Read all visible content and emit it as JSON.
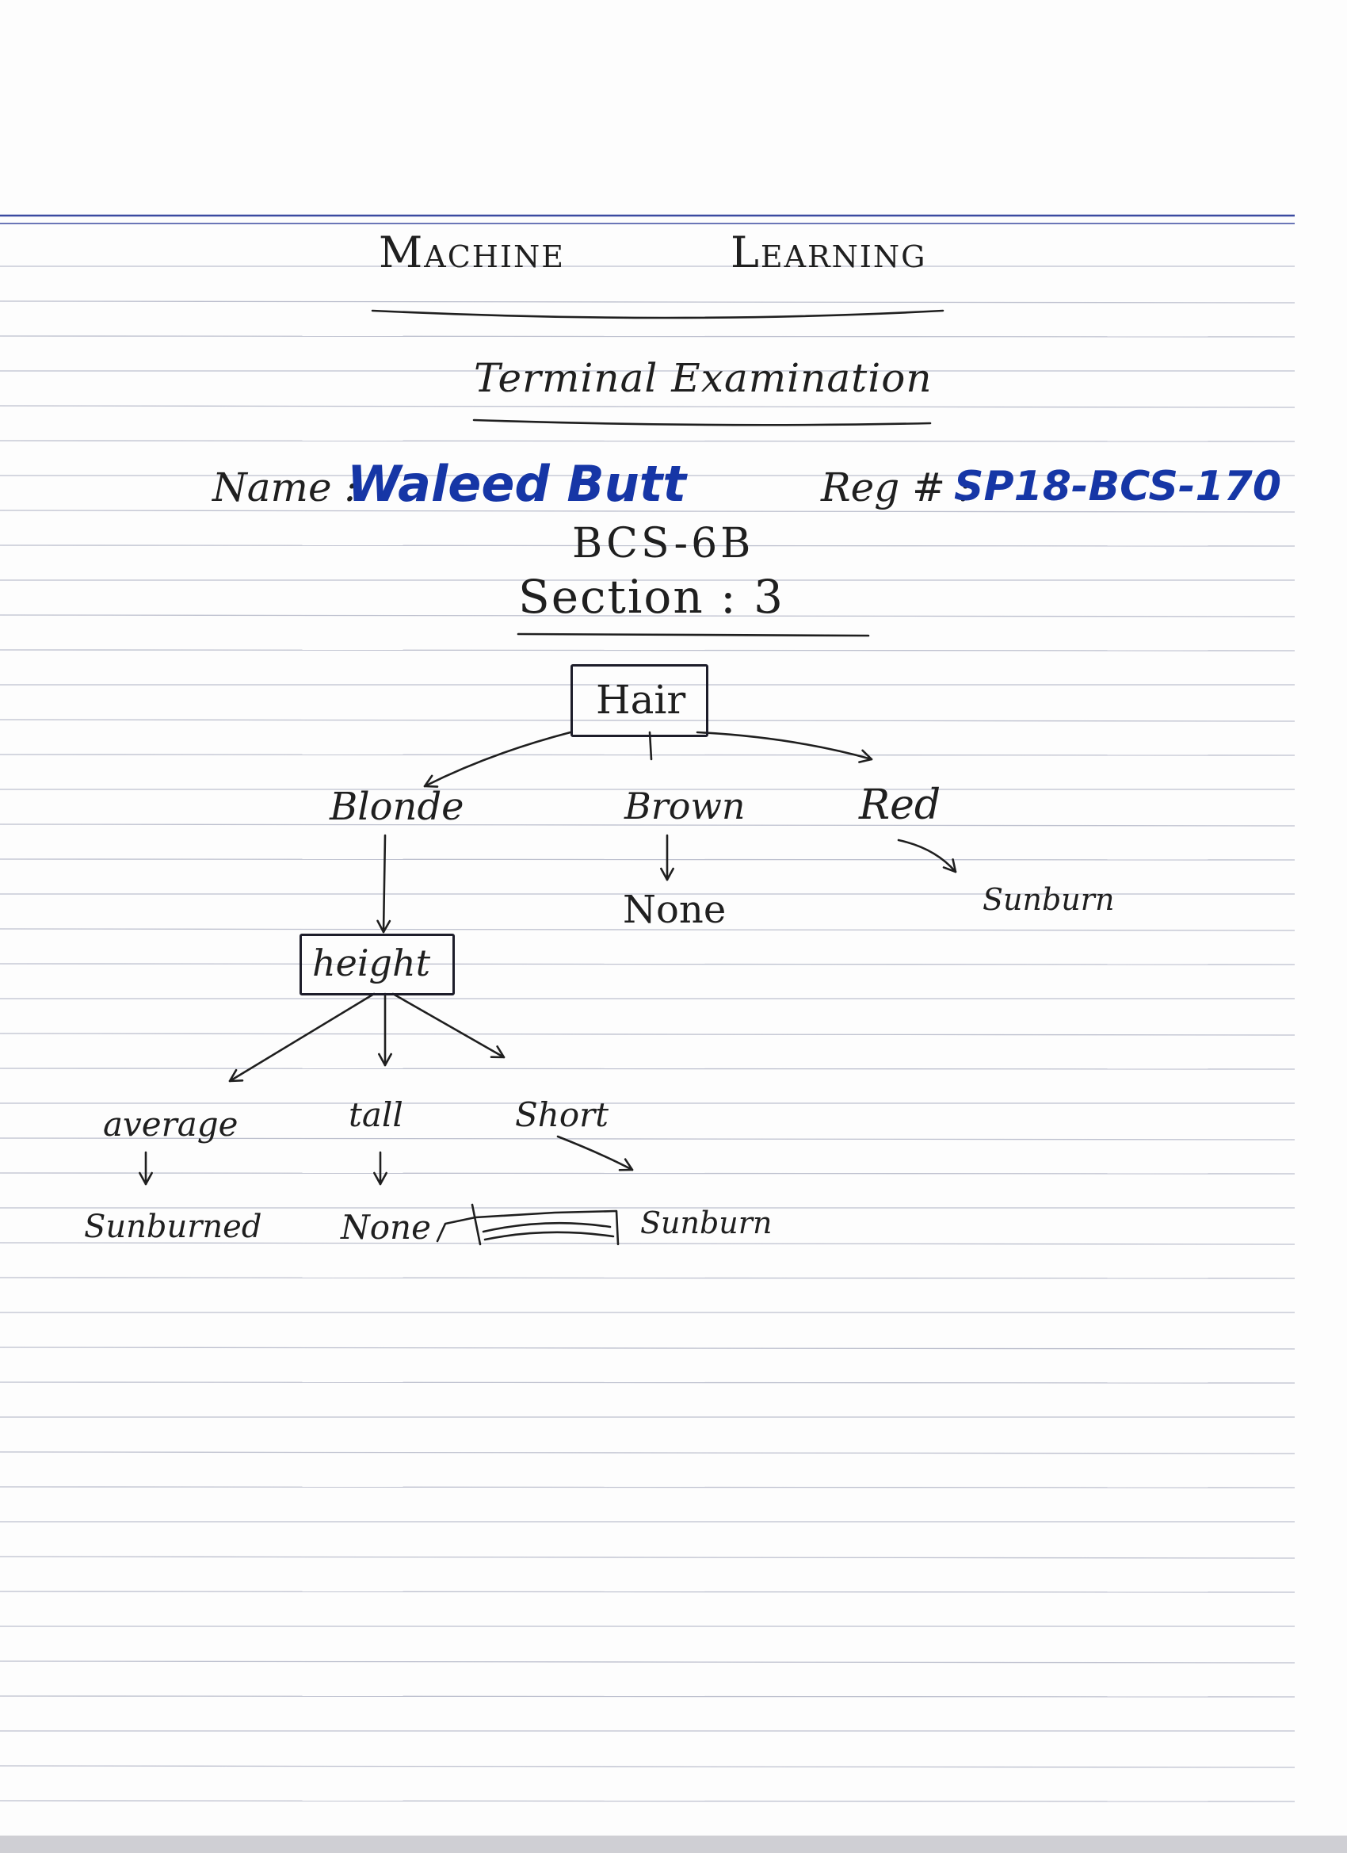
{
  "header": {
    "title_left": "Machine",
    "title_right": "Learning",
    "subtitle": "Terminal Examination"
  },
  "student": {
    "name_label": "Name :",
    "name_value": "Waleed Butt",
    "reg_label": "Reg # :",
    "reg_value": "SP18-BCS-170",
    "class": "BCS-6B",
    "section": "Section : 3"
  },
  "decision_tree": {
    "root": "Hair",
    "hair_branches": [
      "Blonde",
      "Brown",
      "Red"
    ],
    "brown_result": "None",
    "red_result": "Sunburn",
    "blonde_node": "height",
    "height_branches": [
      "average",
      "tall",
      "Short"
    ],
    "results": [
      "Sunburned",
      "None",
      "Sunburn"
    ]
  },
  "colors": {
    "ink": "#1f1f1f",
    "blue_ink": "#1636a6",
    "rule_line": "#8a8fa8"
  }
}
